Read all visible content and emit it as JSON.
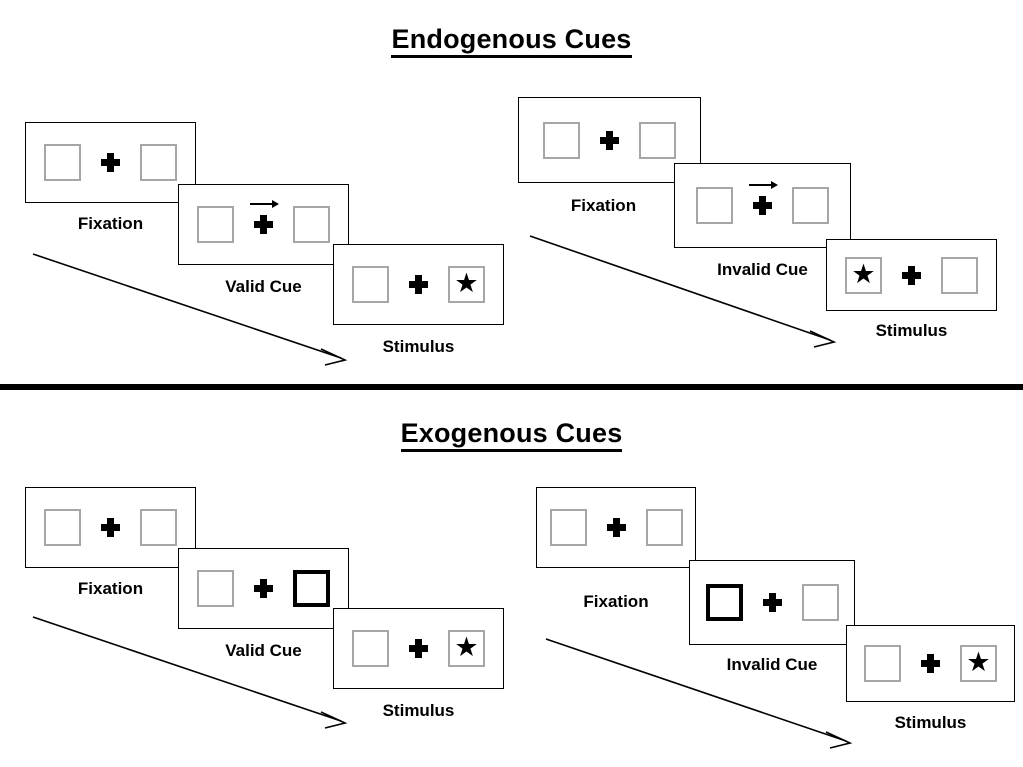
{
  "figure": {
    "divider_color": "#000000",
    "box_border_color": "#a6a6a6",
    "cued_box_border_color": "#000000",
    "star_glyph": "★"
  },
  "sections": [
    {
      "title": "Endogenous Cues",
      "sequences": [
        {
          "name": "endogenous-valid",
          "panels": [
            {
              "label": "Fixation",
              "left_box": "empty",
              "right_box": "empty",
              "arrow": "none"
            },
            {
              "label": "Valid Cue",
              "left_box": "empty",
              "right_box": "empty",
              "arrow": "right"
            },
            {
              "label": "Stimulus",
              "left_box": "empty",
              "right_box": "star",
              "arrow": "none"
            }
          ]
        },
        {
          "name": "endogenous-invalid",
          "panels": [
            {
              "label": "Fixation",
              "left_box": "empty",
              "right_box": "empty",
              "arrow": "none"
            },
            {
              "label": "Invalid Cue",
              "left_box": "empty",
              "right_box": "empty",
              "arrow": "right"
            },
            {
              "label": "Stimulus",
              "left_box": "star",
              "right_box": "empty",
              "arrow": "none"
            }
          ]
        }
      ]
    },
    {
      "title": "Exogenous Cues",
      "sequences": [
        {
          "name": "exogenous-valid",
          "panels": [
            {
              "label": "Fixation",
              "left_box": "empty",
              "right_box": "empty",
              "arrow": "none"
            },
            {
              "label": "Valid Cue",
              "left_box": "empty",
              "right_box": "cued",
              "arrow": "none"
            },
            {
              "label": "Stimulus",
              "left_box": "empty",
              "right_box": "star",
              "arrow": "none"
            }
          ]
        },
        {
          "name": "exogenous-invalid",
          "panels": [
            {
              "label": "Fixation",
              "left_box": "empty",
              "right_box": "empty",
              "arrow": "none"
            },
            {
              "label": "Invalid Cue",
              "left_box": "cued",
              "right_box": "empty",
              "arrow": "none"
            },
            {
              "label": "Stimulus",
              "left_box": "empty",
              "right_box": "star",
              "arrow": "none"
            }
          ]
        }
      ]
    }
  ],
  "time_arrows": [
    {
      "name": "time-arrow-endogenous-left",
      "tooltip": "time"
    },
    {
      "name": "time-arrow-endogenous-right",
      "tooltip": "time"
    },
    {
      "name": "time-arrow-exogenous-left",
      "tooltip": "time"
    },
    {
      "name": "time-arrow-exogenous-right",
      "tooltip": "time"
    }
  ]
}
